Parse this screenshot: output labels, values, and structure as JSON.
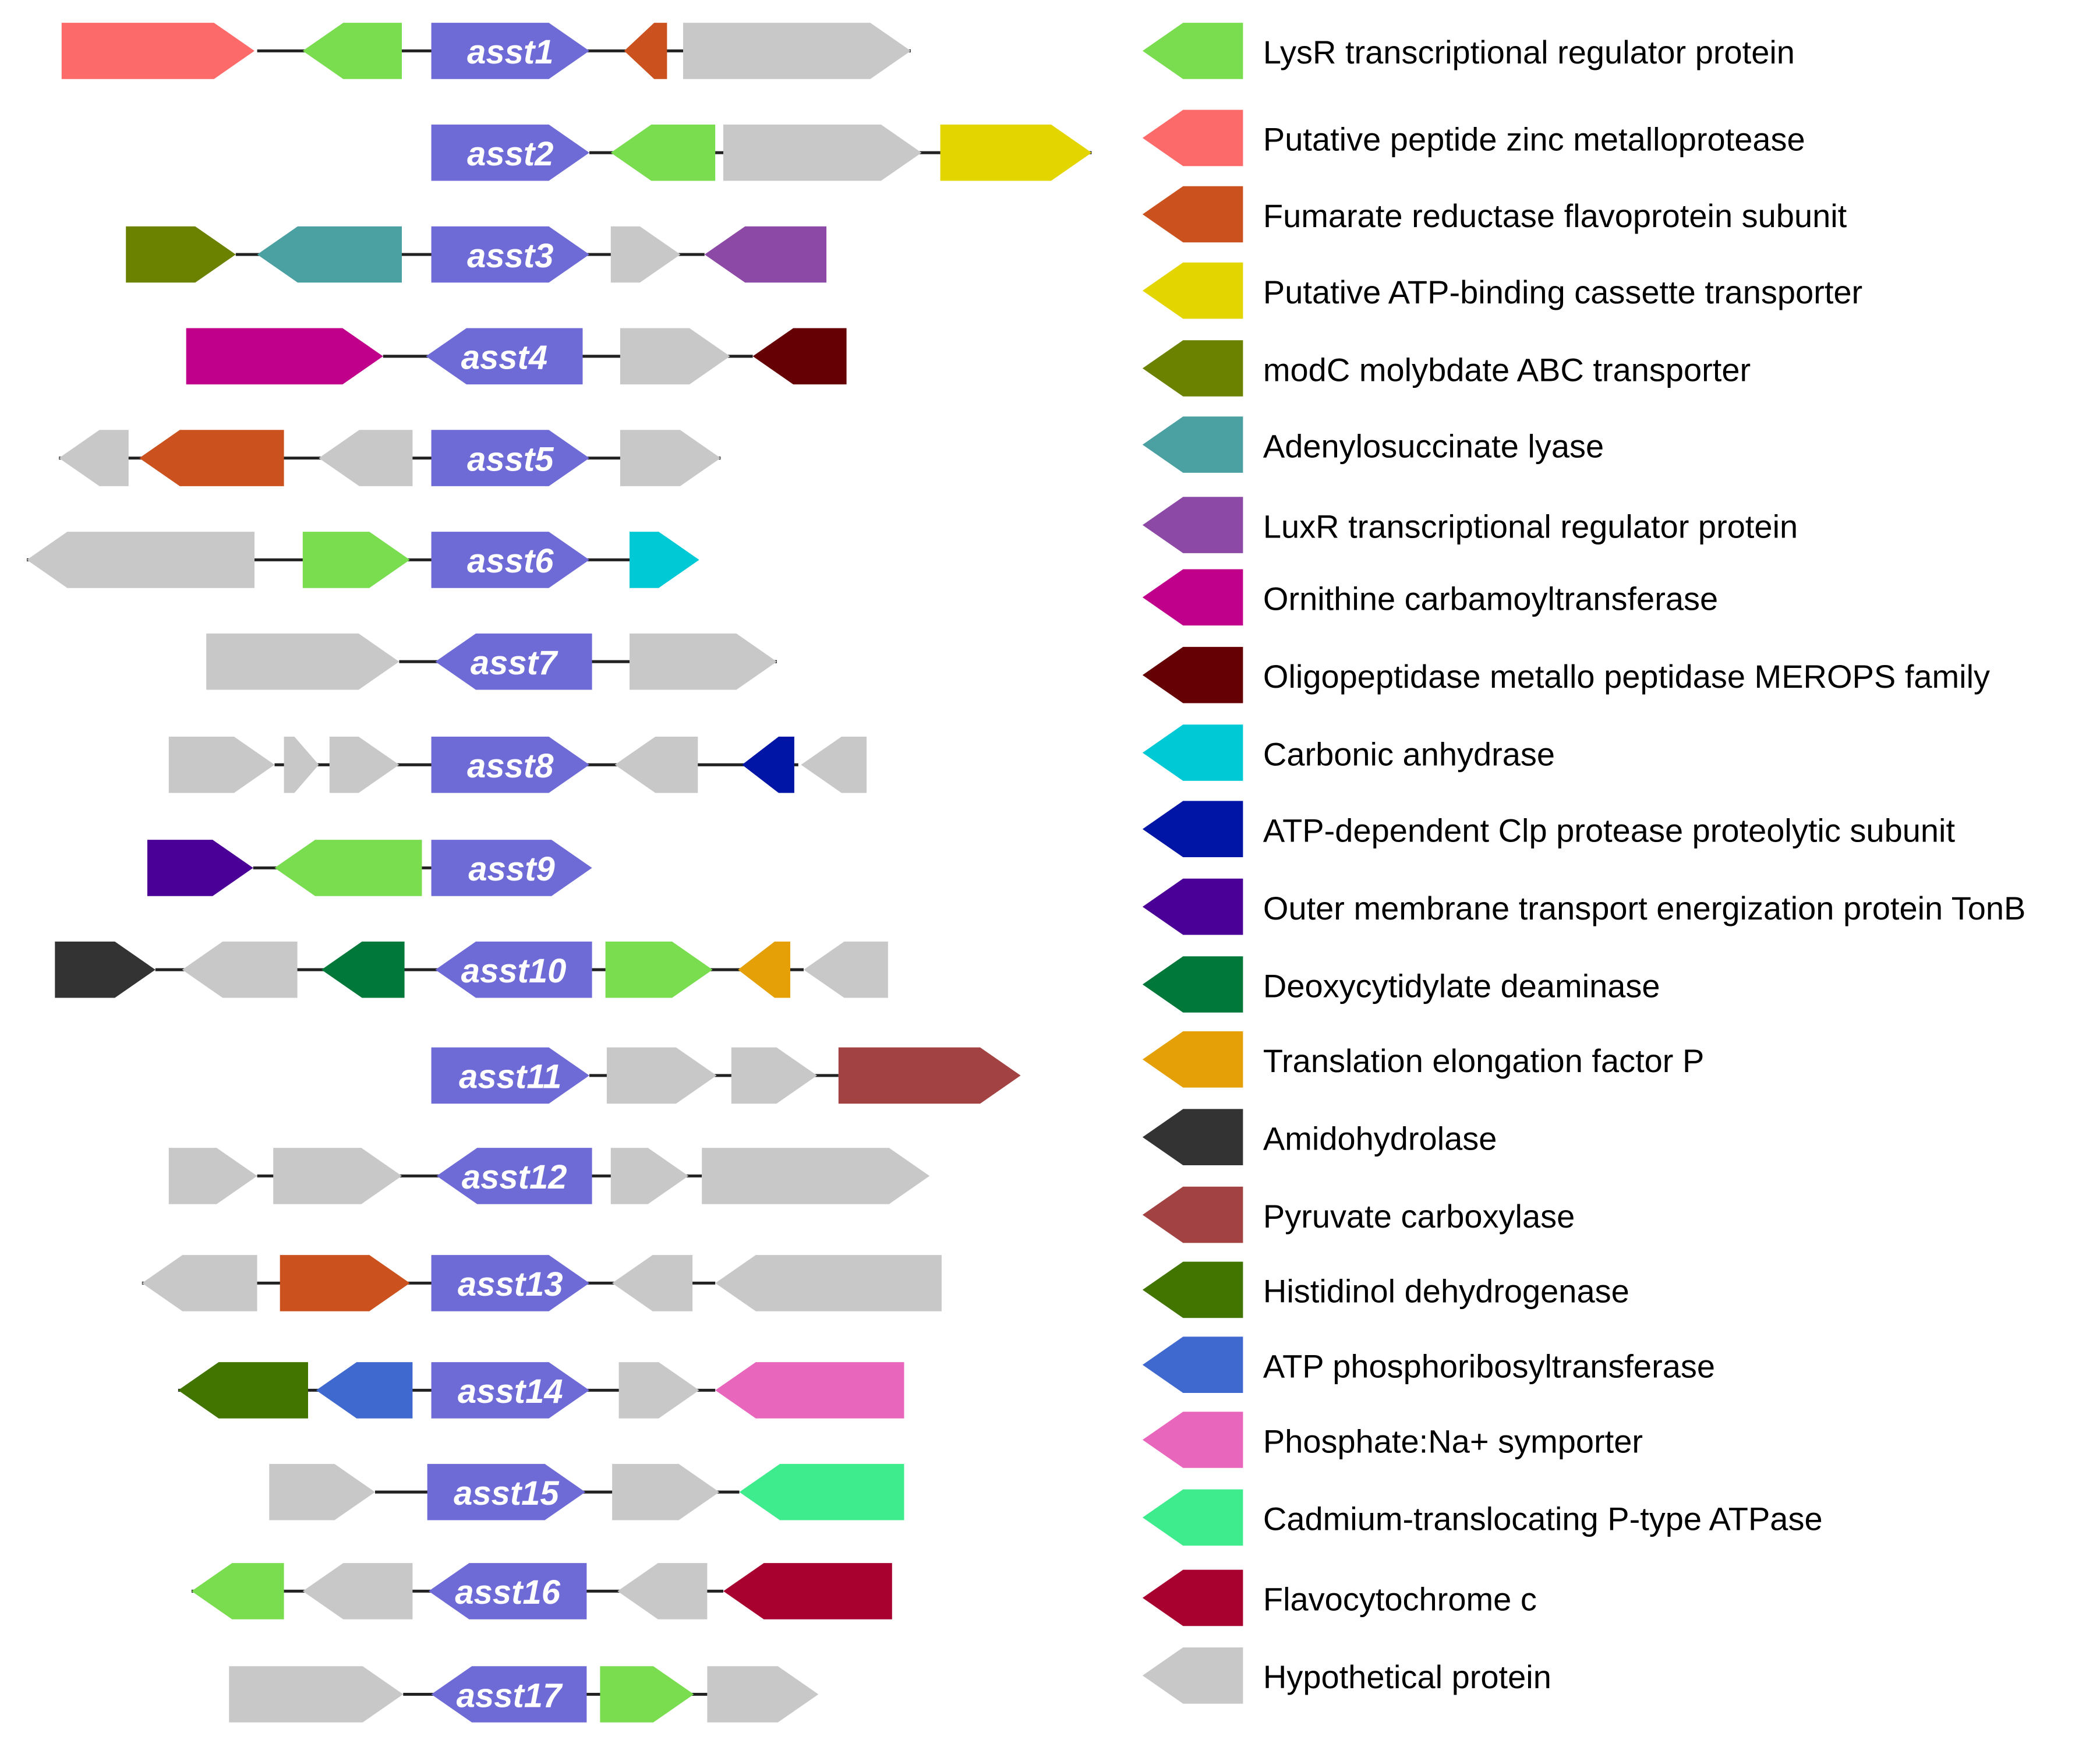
{
  "colors": {
    "asst": "#6e6ad6",
    "lysr": "#79dd4f",
    "zinc_metalloprotease": "#fd6a6a",
    "fumarate_reductase": "#cb521f",
    "abc_transporter": "#e3d500",
    "modc": "#6b8200",
    "adenylosuccinate_lyase": "#4ba0a1",
    "luxr": "#8c4aa6",
    "ornithine": "#c0008a",
    "oligopeptidase": "#650005",
    "carbonic_anhydrase": "#00c9d6",
    "clp_protease": "#0015a6",
    "tonb": "#4a0097",
    "deoxycytidylate": "#007839",
    "ef_p": "#e6a007",
    "amidohydrolase": "#333333",
    "pyruvate_carboxylase": "#a34242",
    "histidinol": "#417500",
    "atp_phosphoribosyl": "#3f69cf",
    "phosphate_na": "#e867bd",
    "cadmium": "#3fec8d",
    "flavocytochrome": "#a8002f",
    "hypothetical": "#c8c8c8",
    "line": "#222222"
  },
  "legend": [
    {
      "key": "lysr",
      "label": "LysR transcriptional regulator protein"
    },
    {
      "key": "zinc_metalloprotease",
      "label": "Putative peptide zinc metalloprotease"
    },
    {
      "key": "fumarate_reductase",
      "label": "Fumarate reductase flavoprotein subunit"
    },
    {
      "key": "abc_transporter",
      "label": "Putative ATP-binding cassette transporter"
    },
    {
      "key": "modc",
      "label": "modC molybdate ABC transporter"
    },
    {
      "key": "adenylosuccinate_lyase",
      "label": "Adenylosuccinate lyase"
    },
    {
      "key": "luxr",
      "label": "LuxR transcriptional regulator protein"
    },
    {
      "key": "ornithine",
      "label": "Ornithine carbamoyltransferase"
    },
    {
      "key": "oligopeptidase",
      "label": "Oligopeptidase metallo peptidase MEROPS family"
    },
    {
      "key": "carbonic_anhydrase",
      "label": "Carbonic anhydrase"
    },
    {
      "key": "clp_protease",
      "label": "ATP-dependent Clp protease proteolytic subunit"
    },
    {
      "key": "tonb",
      "label": "Outer membrane transport energization protein TonB"
    },
    {
      "key": "deoxycytidylate",
      "label": "Deoxycytidylate deaminase"
    },
    {
      "key": "ef_p",
      "label": "Translation elongation factor P"
    },
    {
      "key": "amidohydrolase",
      "label": "Amidohydrolase"
    },
    {
      "key": "pyruvate_carboxylase",
      "label": "Pyruvate carboxylase"
    },
    {
      "key": "histidinol",
      "label": "Histidinol dehydrogenase"
    },
    {
      "key": "atp_phosphoribosyl",
      "label": "ATP phosphoribosyltransferase"
    },
    {
      "key": "phosphate_na",
      "label": "Phosphate:Na+ symporter"
    },
    {
      "key": "cadmium",
      "label": "Cadmium-translocating P-type ATPase"
    },
    {
      "key": "flavocytochrome",
      "label": "Flavocytochrome c"
    },
    {
      "key": "hypothetical",
      "label": " Hypothetical protein"
    }
  ],
  "clusters": [
    {
      "id": "asst1",
      "genes": [
        {
          "key": "zinc_metalloprotease",
          "dir": "+"
        },
        {
          "key": "lysr",
          "dir": "-"
        },
        {
          "key": "asst",
          "dir": "+",
          "label": "asst1"
        },
        {
          "key": "fumarate_reductase",
          "dir": "-"
        },
        {
          "key": "hypothetical",
          "dir": "+"
        }
      ]
    },
    {
      "id": "asst2",
      "genes": [
        {
          "key": "asst",
          "dir": "+",
          "label": "asst2"
        },
        {
          "key": "lysr",
          "dir": "-"
        },
        {
          "key": "hypothetical",
          "dir": "+"
        },
        {
          "key": "abc_transporter",
          "dir": "+"
        }
      ]
    },
    {
      "id": "asst3",
      "genes": [
        {
          "key": "modc",
          "dir": "+"
        },
        {
          "key": "adenylosuccinate_lyase",
          "dir": "-"
        },
        {
          "key": "asst",
          "dir": "+",
          "label": "asst3"
        },
        {
          "key": "hypothetical",
          "dir": "+"
        },
        {
          "key": "luxr",
          "dir": "-"
        }
      ]
    },
    {
      "id": "asst4",
      "genes": [
        {
          "key": "ornithine",
          "dir": "+"
        },
        {
          "key": "asst",
          "dir": "-",
          "label": "asst4"
        },
        {
          "key": "hypothetical",
          "dir": "+"
        },
        {
          "key": "oligopeptidase",
          "dir": "-"
        }
      ]
    },
    {
      "id": "asst5",
      "genes": [
        {
          "key": "hypothetical",
          "dir": "-"
        },
        {
          "key": "fumarate_reductase",
          "dir": "-"
        },
        {
          "key": "hypothetical",
          "dir": "-"
        },
        {
          "key": "asst",
          "dir": "+",
          "label": "asst5"
        },
        {
          "key": "hypothetical",
          "dir": "+"
        }
      ]
    },
    {
      "id": "asst6",
      "genes": [
        {
          "key": "hypothetical",
          "dir": "-"
        },
        {
          "key": "lysr",
          "dir": "+"
        },
        {
          "key": "asst",
          "dir": "+",
          "label": "asst6"
        },
        {
          "key": "carbonic_anhydrase",
          "dir": "+"
        }
      ]
    },
    {
      "id": "asst7",
      "genes": [
        {
          "key": "hypothetical",
          "dir": "+"
        },
        {
          "key": "asst",
          "dir": "-",
          "label": "asst7"
        },
        {
          "key": "hypothetical",
          "dir": "+"
        }
      ]
    },
    {
      "id": "asst8",
      "genes": [
        {
          "key": "hypothetical",
          "dir": "+"
        },
        {
          "key": "hypothetical",
          "dir": "+"
        },
        {
          "key": "hypothetical",
          "dir": "+"
        },
        {
          "key": "asst",
          "dir": "+",
          "label": "asst8"
        },
        {
          "key": "hypothetical",
          "dir": "-"
        },
        {
          "key": "clp_protease",
          "dir": "-"
        },
        {
          "key": "hypothetical",
          "dir": "-"
        }
      ]
    },
    {
      "id": "asst9",
      "genes": [
        {
          "key": "tonb",
          "dir": "+"
        },
        {
          "key": "lysr",
          "dir": "-"
        },
        {
          "key": "asst",
          "dir": "+",
          "label": "asst9"
        }
      ]
    },
    {
      "id": "asst10",
      "genes": [
        {
          "key": "amidohydrolase",
          "dir": "+"
        },
        {
          "key": "hypothetical",
          "dir": "-"
        },
        {
          "key": "deoxycytidylate",
          "dir": "-"
        },
        {
          "key": "asst",
          "dir": "-",
          "label": "asst10"
        },
        {
          "key": "lysr",
          "dir": "+"
        },
        {
          "key": "ef_p",
          "dir": "-"
        },
        {
          "key": "hypothetical",
          "dir": "-"
        }
      ]
    },
    {
      "id": "asst11",
      "genes": [
        {
          "key": "asst",
          "dir": "+",
          "label": "asst11"
        },
        {
          "key": "hypothetical",
          "dir": "+"
        },
        {
          "key": "hypothetical",
          "dir": "+"
        },
        {
          "key": "pyruvate_carboxylase",
          "dir": "+"
        }
      ]
    },
    {
      "id": "asst12",
      "genes": [
        {
          "key": "hypothetical",
          "dir": "+"
        },
        {
          "key": "hypothetical",
          "dir": "+"
        },
        {
          "key": "asst",
          "dir": "-",
          "label": "asst12"
        },
        {
          "key": "hypothetical",
          "dir": "+"
        },
        {
          "key": "hypothetical",
          "dir": "+"
        }
      ]
    },
    {
      "id": "asst13",
      "genes": [
        {
          "key": "hypothetical",
          "dir": "-"
        },
        {
          "key": "fumarate_reductase",
          "dir": "+"
        },
        {
          "key": "asst",
          "dir": "+",
          "label": "asst13"
        },
        {
          "key": "hypothetical",
          "dir": "-"
        },
        {
          "key": "hypothetical",
          "dir": "-"
        }
      ]
    },
    {
      "id": "asst14",
      "genes": [
        {
          "key": "histidinol",
          "dir": "-"
        },
        {
          "key": "atp_phosphoribosyl",
          "dir": "-"
        },
        {
          "key": "asst",
          "dir": "+",
          "label": "asst14"
        },
        {
          "key": "hypothetical",
          "dir": "+"
        },
        {
          "key": "phosphate_na",
          "dir": "-"
        }
      ]
    },
    {
      "id": "asst15",
      "genes": [
        {
          "key": "hypothetical",
          "dir": "+"
        },
        {
          "key": "asst",
          "dir": "+",
          "label": "asst15"
        },
        {
          "key": "hypothetical",
          "dir": "+"
        },
        {
          "key": "cadmium",
          "dir": "-"
        }
      ]
    },
    {
      "id": "asst16",
      "genes": [
        {
          "key": "lysr",
          "dir": "-"
        },
        {
          "key": "hypothetical",
          "dir": "-"
        },
        {
          "key": "asst",
          "dir": "-",
          "label": "asst16"
        },
        {
          "key": "hypothetical",
          "dir": "-"
        },
        {
          "key": "flavocytochrome",
          "dir": "-"
        }
      ]
    },
    {
      "id": "asst17",
      "genes": [
        {
          "key": "hypothetical",
          "dir": "+"
        },
        {
          "key": "asst",
          "dir": "-",
          "label": "asst17"
        },
        {
          "key": "lysr",
          "dir": "+"
        },
        {
          "key": "hypothetical",
          "dir": "+"
        }
      ]
    }
  ]
}
